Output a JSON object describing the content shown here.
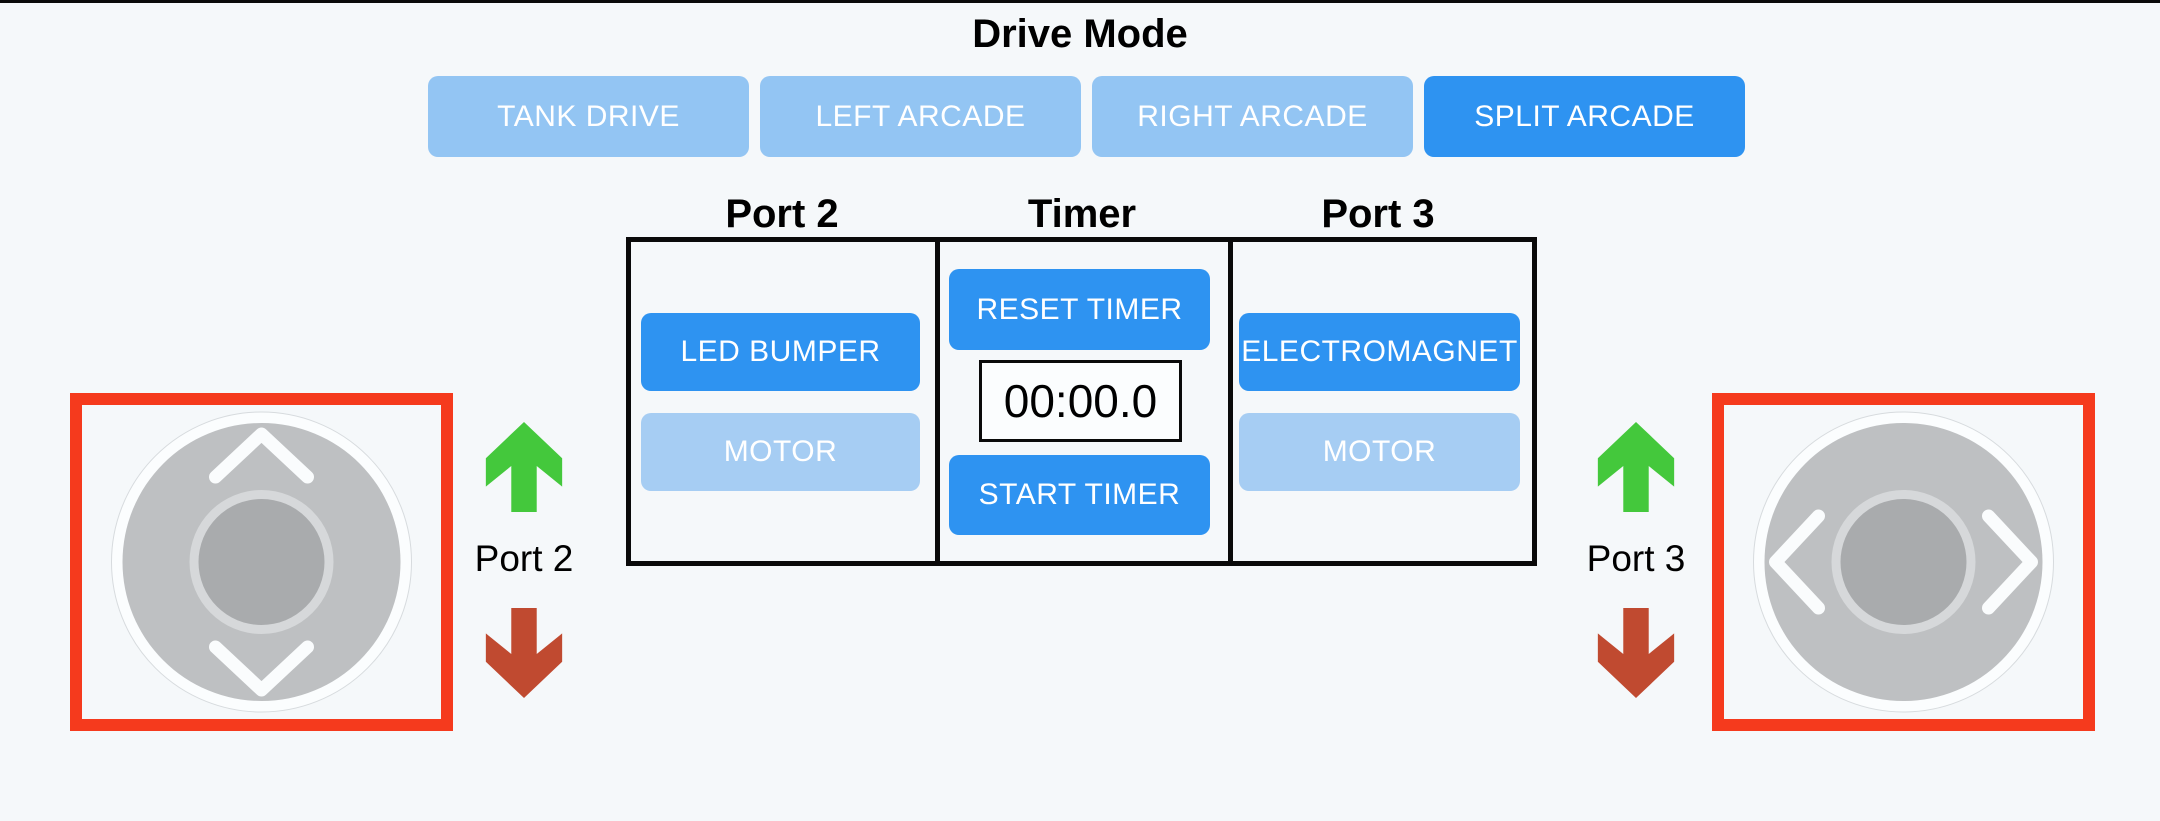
{
  "page": {
    "background": "#f5f8fa",
    "top_bar_color": "#0a0a0a"
  },
  "drive_mode": {
    "title": "Drive Mode",
    "buttons": [
      {
        "label": "TANK DRIVE",
        "active": false
      },
      {
        "label": "LEFT ARCADE",
        "active": false
      },
      {
        "label": "RIGHT ARCADE",
        "active": false
      },
      {
        "label": "SPLIT ARCADE",
        "active": true
      }
    ],
    "colors": {
      "active": "#2e93f1",
      "inactive": "#93c5f3",
      "text": "#ffffff"
    }
  },
  "control_table": {
    "columns": [
      {
        "header": "Port 2",
        "buttons": [
          {
            "label": "LED BUMPER",
            "state": "on"
          },
          {
            "label": "MOTOR",
            "state": "off"
          }
        ]
      },
      {
        "header": "Timer",
        "reset_label": "RESET TIMER",
        "display_value": "00:00.0",
        "start_label": "START TIMER"
      },
      {
        "header": "Port 3",
        "buttons": [
          {
            "label": "ELECTROMAGNET",
            "state": "on"
          },
          {
            "label": "MOTOR",
            "state": "off"
          }
        ]
      }
    ],
    "colors": {
      "button_on": "#2e93f1",
      "button_off": "#a6cdf3",
      "border": "#0a0a0a"
    }
  },
  "left_stick": {
    "axis": "vertical",
    "port_label": "Port 2",
    "border_color": "#f53a1d"
  },
  "right_stick": {
    "axis": "horizontal",
    "port_label": "Port 3",
    "border_color": "#f53a1d"
  },
  "indicators": {
    "up_color": "#44c83c",
    "down_color": "#c04a30"
  },
  "joystick_colors": {
    "well": "#fbfdfe",
    "base": "#bec0c2",
    "knob_ring": "#d6d8da",
    "knob": "#a9abad",
    "chevron": "#fafcfd"
  }
}
